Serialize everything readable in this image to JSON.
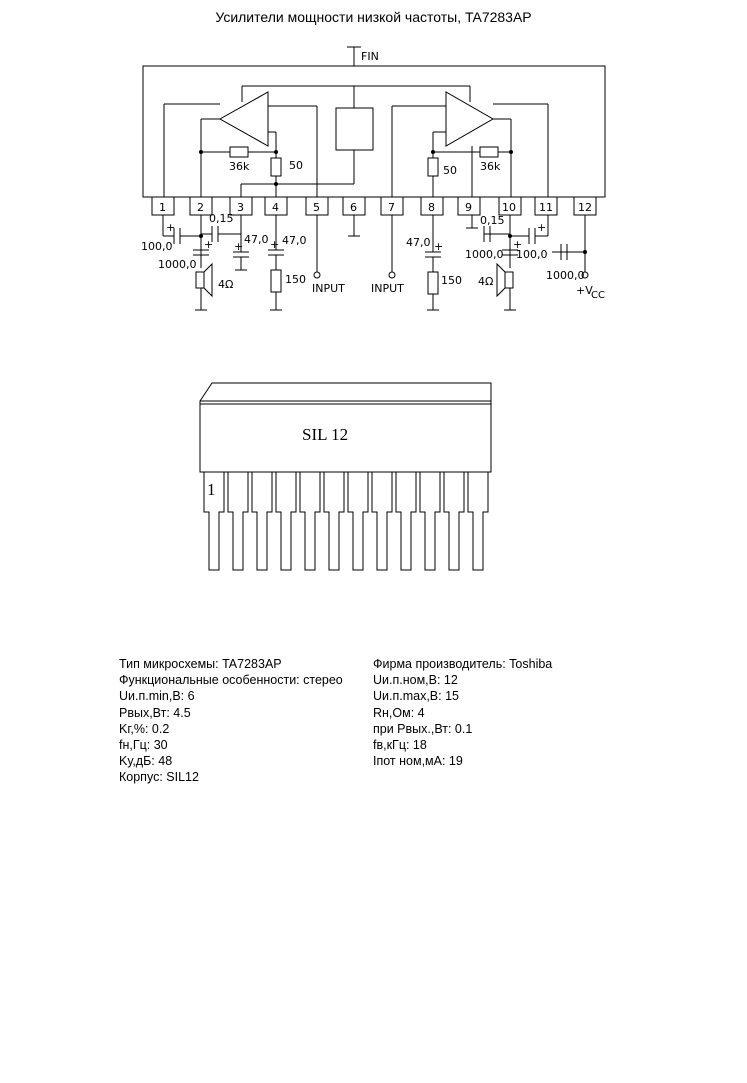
{
  "title": "Усилители мощности низкой частоты, TA7283AP",
  "schematic": {
    "fin_label": "FIN",
    "pins": [
      "1",
      "2",
      "3",
      "4",
      "5",
      "6",
      "7",
      "8",
      "9",
      "10",
      "11",
      "12"
    ],
    "labels": {
      "r_fb_left": "36k",
      "r_fb_right": "36k",
      "r_left": "50",
      "r_right": "50",
      "c_015_left": "0,15",
      "c_015_right": "0,15",
      "c_100_left": "100,0",
      "c_100_right": "100,0",
      "c_1000_left": "1000,0",
      "c_1000_right": "1000,0",
      "c_1000_vcc": "1000,0",
      "c_47_pin3": "47,0",
      "c_47_pin4": "47,0",
      "c_47_pin8": "47,0",
      "r_150_left": "150",
      "r_150_right": "150",
      "spk_left": "4Ω",
      "spk_right": "4Ω",
      "input_left": "INPUT",
      "input_right": "INPUT",
      "vcc_plus": "+V",
      "vcc_sub": "CC"
    }
  },
  "package": {
    "label": "SIL 12",
    "pin1": "1"
  },
  "specs": {
    "left": [
      "Тип микросхемы: TA7283AP",
      "Функциональные особенности: стерео",
      "Uи.п.min,В: 6",
      "Pвых,Вт: 4.5",
      "Kг,%: 0.2",
      "fн,Гц: 30",
      "Kу,дБ: 48",
      "Корпус: SIL12"
    ],
    "right": [
      "Фирма производитель: Toshiba",
      "Uи.п.ном,В: 12",
      "Uи.п.max,В: 15",
      "Rн,Ом: 4",
      "при Pвых.,Вт: 0.1",
      "fв,кГц: 18",
      "Iпот ном,мА: 19"
    ]
  }
}
